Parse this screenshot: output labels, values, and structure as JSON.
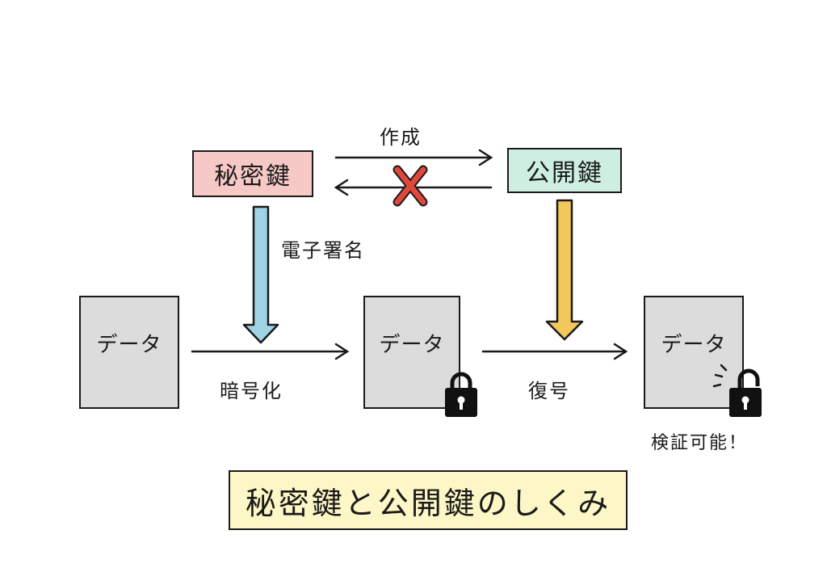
{
  "keys": {
    "secret_label": "秘密鍵",
    "public_label": "公開鍵",
    "secret_color": "#f7c9c6",
    "public_color": "#cdeee0"
  },
  "arrows": {
    "create_label": "作成",
    "sign_label": "電子署名",
    "encrypt_label": "暗号化",
    "decrypt_label": "復号",
    "sign_arrow_color": "#9fd3e6",
    "decrypt_arrow_color": "#f2c85a",
    "reverse_blocked_color": "#e0473a"
  },
  "documents": [
    {
      "label": "データ",
      "locked": false
    },
    {
      "label": "データ",
      "locked": true
    },
    {
      "label": "データ",
      "locked": true,
      "unlocking": true
    }
  ],
  "verify_label": "検証可能！",
  "title": "秘密鍵と公開鍵のしくみ",
  "icons": [
    "lock-icon",
    "cross-mark-icon"
  ]
}
